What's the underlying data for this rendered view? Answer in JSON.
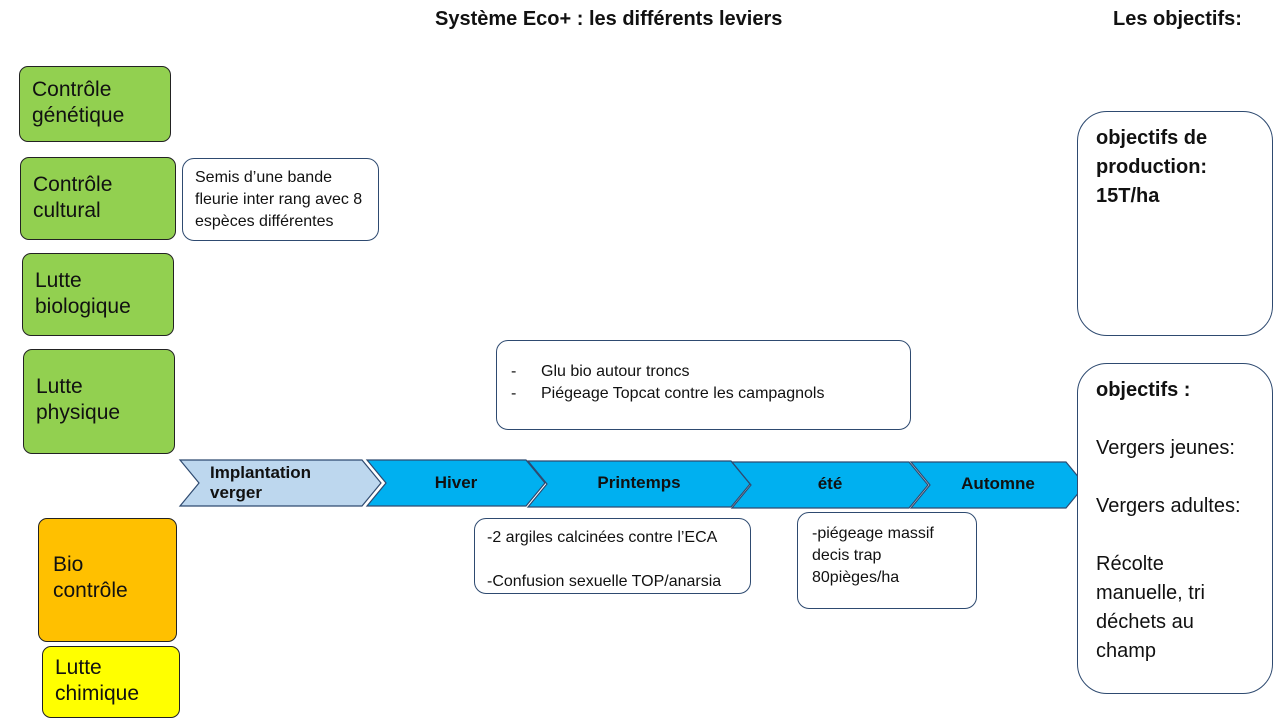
{
  "header": {
    "title": "Système Eco+ : les différents leviers",
    "objectives_title": "Les objectifs:"
  },
  "levers": {
    "controle_genetique": "Contrôle génétique",
    "controle_cultural": "Contrôle cultural",
    "lutte_biologique": "Lutte biologique",
    "lutte_physique": "Lutte physique",
    "bio_controle": "Bio contrôle",
    "lutte_chimique": "Lutte chimique"
  },
  "notes": {
    "cultural": "Semis d’une bande fleurie inter rang avec 8 espèces différentes",
    "physique": [
      "Glu bio autour troncs",
      "Piégeage Topcat contre les campagnols"
    ],
    "printemps_line1": "-2 argiles calcinées contre l’ECA",
    "printemps_line2": "-Confusion sexuelle TOP/anarsia",
    "ete": "-piégeage massif decis trap 80pièges/ha"
  },
  "timeline": {
    "stages": [
      "Implantation verger",
      "Hiver",
      "Printemps",
      "été",
      "Automne"
    ],
    "colors": {
      "first": "#bdd7ee",
      "others": "#00b0f0",
      "outline": "#2e4a70"
    }
  },
  "objectives": {
    "production": "objectifs de production: 15T/ha",
    "general_head": "objectifs :",
    "vergers_jeunes": "Vergers jeunes:",
    "vergers_adultes": "Vergers adultes:",
    "recolte": "Récolte manuelle, tri déchets au champ"
  }
}
